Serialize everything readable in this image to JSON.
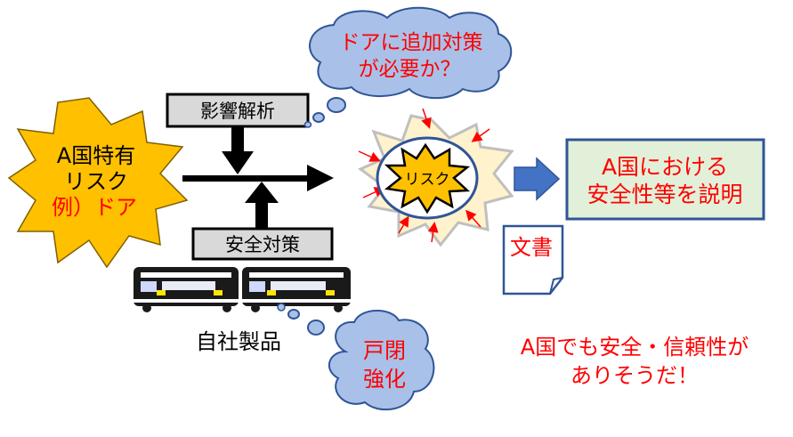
{
  "risk_source": {
    "line1": "A国特有",
    "line2": "リスク",
    "line3": "例）ドア"
  },
  "impact_box": {
    "label": "影響解析"
  },
  "safety_box": {
    "label": "安全対策"
  },
  "product": {
    "label": "自社製品"
  },
  "cloud_top": {
    "line1": "ドアに追加対策",
    "line2": "が必要か？"
  },
  "cloud_bottom": {
    "line1": "戸閉",
    "line2": "強化"
  },
  "risk_center": {
    "label": "リスク"
  },
  "result_box": {
    "line1": "A国における",
    "line2": "安全性等を説明"
  },
  "document": {
    "label": "文書"
  },
  "conclusion": {
    "line1": "A国でも安全・信頼性が",
    "line2": "ありそうだ！"
  },
  "colors": {
    "star_fill": "#ffc000",
    "red_text": "#ff0000",
    "cloud_fill": "#a9c1e8",
    "cloud_stroke": "#2f5597",
    "box_fill": "#d9d9d9",
    "result_fill": "#e2f0d9",
    "result_stroke": "#2f5597",
    "arrow_blue": "#4472c4",
    "burst_fill": "#fff2cc"
  }
}
